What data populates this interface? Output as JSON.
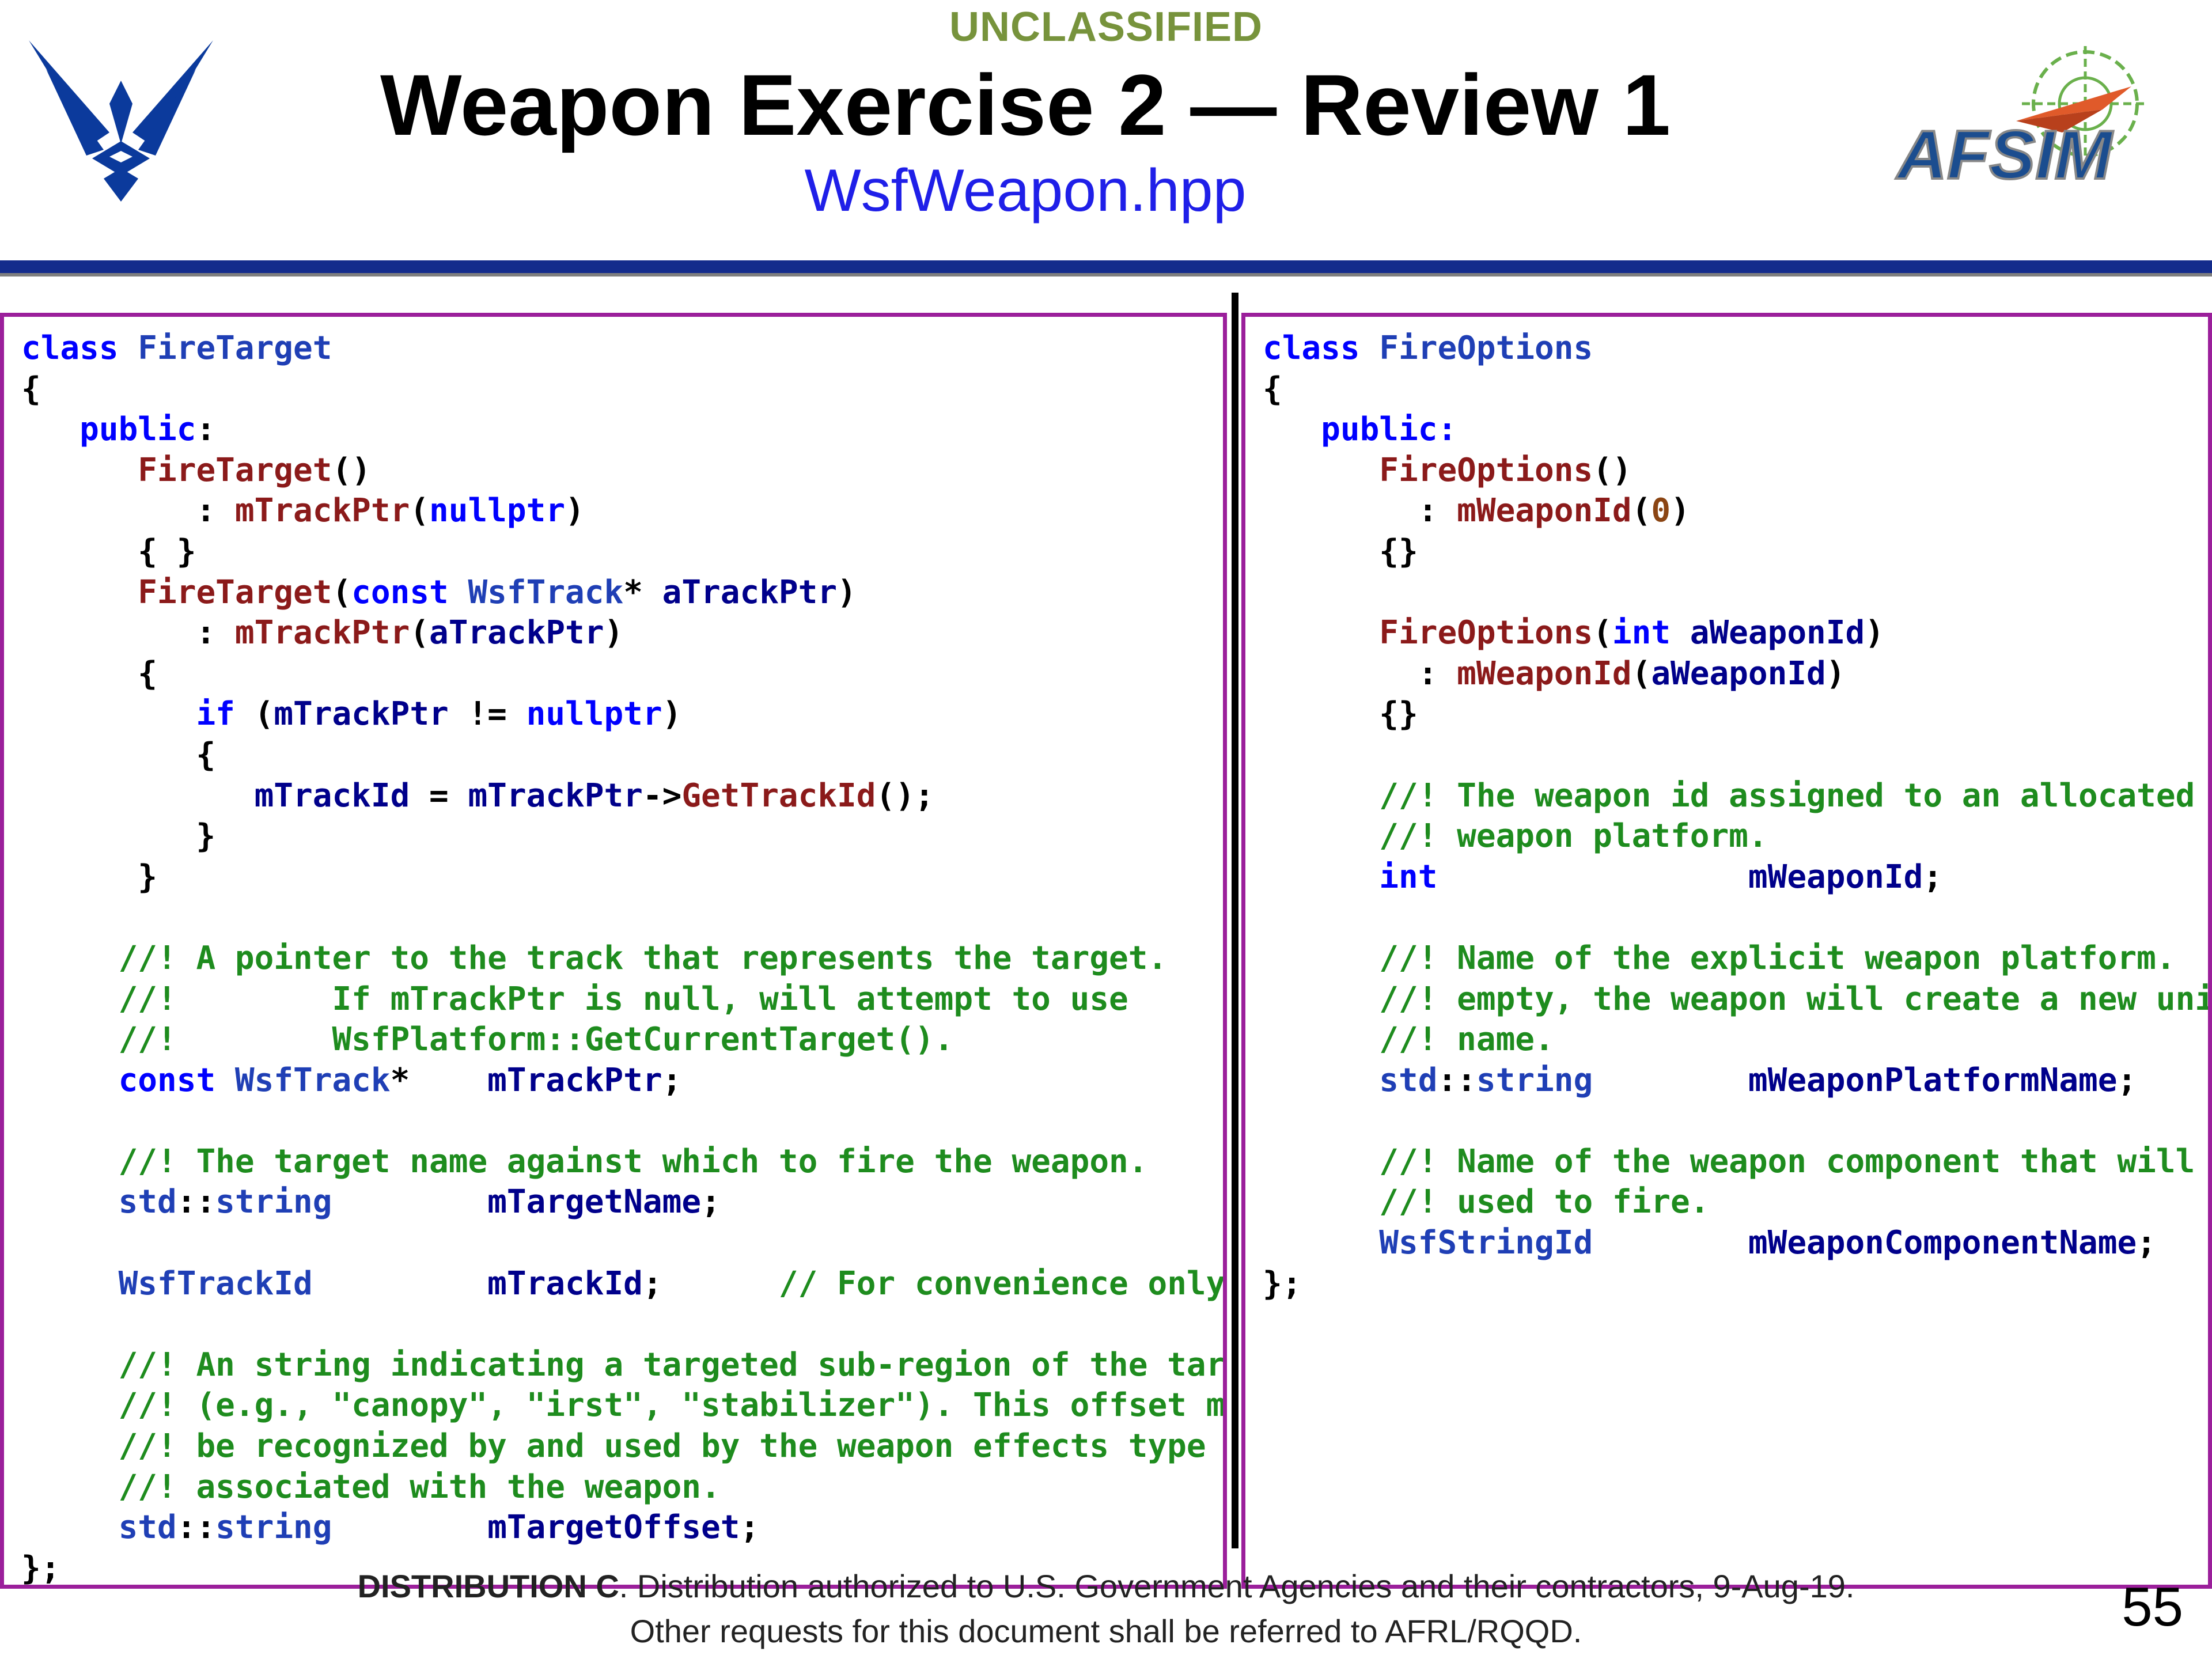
{
  "header": {
    "classification": "UNCLASSIFIED",
    "title": "Weapon Exercise 2 — Review 1",
    "subtitle": "WsfWeapon.hpp",
    "afsim_logo_text": "AFSIM"
  },
  "code": {
    "left_lines": [
      [
        {
          "t": "class ",
          "c": "k"
        },
        {
          "t": "FireTarget",
          "c": "t"
        }
      ],
      [
        {
          "t": "{",
          "c": ""
        }
      ],
      [
        {
          "t": "   ",
          "c": ""
        },
        {
          "t": "public",
          "c": "k"
        },
        {
          "t": ":",
          "c": ""
        }
      ],
      [
        {
          "t": "      ",
          "c": ""
        },
        {
          "t": "FireTarget",
          "c": "fn"
        },
        {
          "t": "()",
          "c": ""
        }
      ],
      [
        {
          "t": "         : ",
          "c": ""
        },
        {
          "t": "mTrackPtr",
          "c": "fn"
        },
        {
          "t": "(",
          "c": ""
        },
        {
          "t": "nullptr",
          "c": "k"
        },
        {
          "t": ")",
          "c": ""
        }
      ],
      [
        {
          "t": "      { }",
          "c": ""
        }
      ],
      [
        {
          "t": "      ",
          "c": ""
        },
        {
          "t": "FireTarget",
          "c": "fn"
        },
        {
          "t": "(",
          "c": ""
        },
        {
          "t": "const ",
          "c": "k"
        },
        {
          "t": "WsfTrack",
          "c": "t"
        },
        {
          "t": "* ",
          "c": ""
        },
        {
          "t": "aTrackPtr",
          "c": "v"
        },
        {
          "t": ")",
          "c": ""
        }
      ],
      [
        {
          "t": "         : ",
          "c": ""
        },
        {
          "t": "mTrackPtr",
          "c": "fn"
        },
        {
          "t": "(",
          "c": ""
        },
        {
          "t": "aTrackPtr",
          "c": "v"
        },
        {
          "t": ")",
          "c": ""
        }
      ],
      [
        {
          "t": "      {",
          "c": ""
        }
      ],
      [
        {
          "t": "         ",
          "c": ""
        },
        {
          "t": "if",
          "c": "k"
        },
        {
          "t": " (",
          "c": ""
        },
        {
          "t": "mTrackPtr",
          "c": "v"
        },
        {
          "t": " != ",
          "c": ""
        },
        {
          "t": "nullptr",
          "c": "k"
        },
        {
          "t": ")",
          "c": ""
        }
      ],
      [
        {
          "t": "         {",
          "c": ""
        }
      ],
      [
        {
          "t": "            ",
          "c": ""
        },
        {
          "t": "mTrackId",
          "c": "v"
        },
        {
          "t": " = ",
          "c": ""
        },
        {
          "t": "mTrackPtr",
          "c": "v"
        },
        {
          "t": "->",
          "c": ""
        },
        {
          "t": "GetTrackId",
          "c": "fn"
        },
        {
          "t": "();",
          "c": ""
        }
      ],
      [
        {
          "t": "         }",
          "c": ""
        }
      ],
      [
        {
          "t": "      }",
          "c": ""
        }
      ],
      [
        {
          "t": "",
          "c": ""
        }
      ],
      [
        {
          "t": "     ",
          "c": ""
        },
        {
          "t": "//! A pointer to the track that represents the target.",
          "c": "c"
        }
      ],
      [
        {
          "t": "     ",
          "c": ""
        },
        {
          "t": "//!        If mTrackPtr is null, will attempt to use",
          "c": "c"
        }
      ],
      [
        {
          "t": "     ",
          "c": ""
        },
        {
          "t": "//!        WsfPlatform::GetCurrentTarget().",
          "c": "c"
        }
      ],
      [
        {
          "t": "     ",
          "c": ""
        },
        {
          "t": "const ",
          "c": "k"
        },
        {
          "t": "WsfTrack",
          "c": "t"
        },
        {
          "t": "*    ",
          "c": ""
        },
        {
          "t": "mTrackPtr",
          "c": "v"
        },
        {
          "t": ";",
          "c": ""
        }
      ],
      [
        {
          "t": "",
          "c": ""
        }
      ],
      [
        {
          "t": "     ",
          "c": ""
        },
        {
          "t": "//! The target name against which to fire the weapon.",
          "c": "c"
        }
      ],
      [
        {
          "t": "     ",
          "c": ""
        },
        {
          "t": "std",
          "c": "t"
        },
        {
          "t": "::",
          "c": ""
        },
        {
          "t": "string",
          "c": "t"
        },
        {
          "t": "        ",
          "c": ""
        },
        {
          "t": "mTargetName",
          "c": "v"
        },
        {
          "t": ";",
          "c": ""
        }
      ],
      [
        {
          "t": "",
          "c": ""
        }
      ],
      [
        {
          "t": "     ",
          "c": ""
        },
        {
          "t": "WsfTrackId",
          "c": "t"
        },
        {
          "t": "         ",
          "c": ""
        },
        {
          "t": "mTrackId",
          "c": "v"
        },
        {
          "t": ";      ",
          "c": ""
        },
        {
          "t": "// For convenience only...",
          "c": "c"
        }
      ],
      [
        {
          "t": "",
          "c": ""
        }
      ],
      [
        {
          "t": "     ",
          "c": ""
        },
        {
          "t": "//! An string indicating a targeted sub-region of the target",
          "c": "c"
        }
      ],
      [
        {
          "t": "     ",
          "c": ""
        },
        {
          "t": "//! (e.g., \"canopy\", \"irst\", \"stabilizer\"). This offset must",
          "c": "c"
        }
      ],
      [
        {
          "t": "     ",
          "c": ""
        },
        {
          "t": "//! be recognized by and used by the weapon effects type",
          "c": "c"
        }
      ],
      [
        {
          "t": "     ",
          "c": ""
        },
        {
          "t": "//! associated with the weapon.",
          "c": "c"
        }
      ],
      [
        {
          "t": "     ",
          "c": ""
        },
        {
          "t": "std",
          "c": "t"
        },
        {
          "t": "::",
          "c": ""
        },
        {
          "t": "string",
          "c": "t"
        },
        {
          "t": "        ",
          "c": ""
        },
        {
          "t": "mTargetOffset",
          "c": "v"
        },
        {
          "t": ";",
          "c": ""
        }
      ],
      [
        {
          "t": "};",
          "c": ""
        }
      ]
    ],
    "right_lines": [
      [
        {
          "t": "class ",
          "c": "k"
        },
        {
          "t": "FireOptions",
          "c": "t"
        }
      ],
      [
        {
          "t": "{",
          "c": ""
        }
      ],
      [
        {
          "t": "   ",
          "c": ""
        },
        {
          "t": "public:",
          "c": "k"
        }
      ],
      [
        {
          "t": "      ",
          "c": ""
        },
        {
          "t": "FireOptions",
          "c": "fn"
        },
        {
          "t": "()",
          "c": ""
        }
      ],
      [
        {
          "t": "        : ",
          "c": ""
        },
        {
          "t": "mWeaponId",
          "c": "fn"
        },
        {
          "t": "(",
          "c": ""
        },
        {
          "t": "0",
          "c": "n"
        },
        {
          "t": ")",
          "c": ""
        }
      ],
      [
        {
          "t": "      {}",
          "c": ""
        }
      ],
      [
        {
          "t": "",
          "c": ""
        }
      ],
      [
        {
          "t": "      ",
          "c": ""
        },
        {
          "t": "FireOptions",
          "c": "fn"
        },
        {
          "t": "(",
          "c": ""
        },
        {
          "t": "int ",
          "c": "k"
        },
        {
          "t": "aWeaponId",
          "c": "v"
        },
        {
          "t": ")",
          "c": ""
        }
      ],
      [
        {
          "t": "        : ",
          "c": ""
        },
        {
          "t": "mWeaponId",
          "c": "fn"
        },
        {
          "t": "(",
          "c": ""
        },
        {
          "t": "aWeaponId",
          "c": "v"
        },
        {
          "t": ")",
          "c": ""
        }
      ],
      [
        {
          "t": "      {}",
          "c": ""
        }
      ],
      [
        {
          "t": "",
          "c": ""
        }
      ],
      [
        {
          "t": "      ",
          "c": ""
        },
        {
          "t": "//! The weapon id assigned to an allocated",
          "c": "c"
        }
      ],
      [
        {
          "t": "      ",
          "c": ""
        },
        {
          "t": "//! weapon platform.",
          "c": "c"
        }
      ],
      [
        {
          "t": "      ",
          "c": ""
        },
        {
          "t": "int",
          "c": "k"
        },
        {
          "t": "                ",
          "c": ""
        },
        {
          "t": "mWeaponId",
          "c": "v"
        },
        {
          "t": ";",
          "c": ""
        }
      ],
      [
        {
          "t": "",
          "c": ""
        }
      ],
      [
        {
          "t": "      ",
          "c": ""
        },
        {
          "t": "//! Name of the explicit weapon platform.  If",
          "c": "c"
        }
      ],
      [
        {
          "t": "      ",
          "c": ""
        },
        {
          "t": "//! empty, the weapon will create a new unique",
          "c": "c"
        }
      ],
      [
        {
          "t": "      ",
          "c": ""
        },
        {
          "t": "//! name.",
          "c": "c"
        }
      ],
      [
        {
          "t": "      ",
          "c": ""
        },
        {
          "t": "std",
          "c": "t"
        },
        {
          "t": "::",
          "c": ""
        },
        {
          "t": "string",
          "c": "t"
        },
        {
          "t": "        ",
          "c": ""
        },
        {
          "t": "mWeaponPlatformName",
          "c": "v"
        },
        {
          "t": ";",
          "c": ""
        }
      ],
      [
        {
          "t": "",
          "c": ""
        }
      ],
      [
        {
          "t": "      ",
          "c": ""
        },
        {
          "t": "//! Name of the weapon component that will be",
          "c": "c"
        }
      ],
      [
        {
          "t": "      ",
          "c": ""
        },
        {
          "t": "//! used to fire.",
          "c": "c"
        }
      ],
      [
        {
          "t": "      ",
          "c": ""
        },
        {
          "t": "WsfStringId",
          "c": "t"
        },
        {
          "t": "        ",
          "c": ""
        },
        {
          "t": "mWeaponComponentName",
          "c": "v"
        },
        {
          "t": ";",
          "c": ""
        }
      ],
      [
        {
          "t": "};",
          "c": ""
        }
      ]
    ]
  },
  "footer": {
    "distribution_label": "DISTRIBUTION C",
    "distribution_text": ". Distribution authorized to U.S. Government Agencies and their contractors, 9-Aug-19.",
    "line2": "Other requests for this document shall be referred to AFRL/RQQD.",
    "page_number": "55"
  }
}
